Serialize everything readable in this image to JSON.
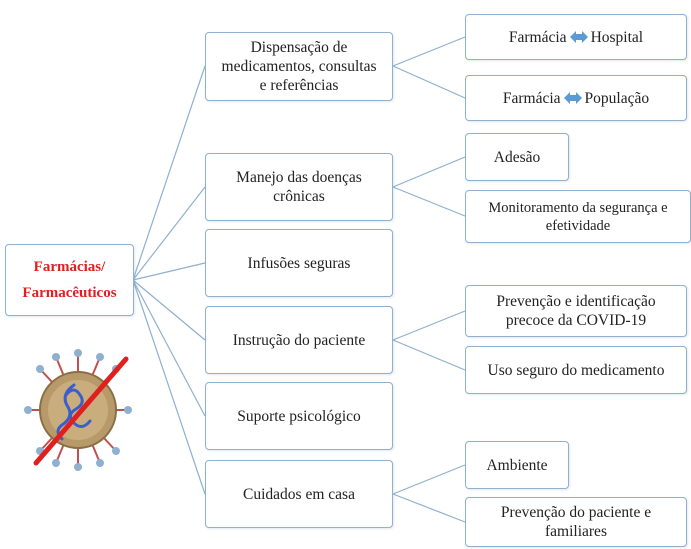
{
  "root": {
    "label": "Farmácias/\nFarmacêuticos"
  },
  "branches": [
    {
      "label": "Dispensação de\nmedicamentos, consultas\ne referências"
    },
    {
      "label": "Manejo das doenças\ncrônicas"
    },
    {
      "label": "Infusões seguras"
    },
    {
      "label": "Instrução do paciente"
    },
    {
      "label": "Suporte psicológico"
    },
    {
      "label": "Cuidados em casa"
    }
  ],
  "leaves": {
    "dispensacao": [
      {
        "left": "Farmácia",
        "right": "Hospital",
        "icon": "double-arrow-icon"
      },
      {
        "left": "Farmácia",
        "right": "População",
        "icon": "double-arrow-icon"
      }
    ],
    "manejo": [
      {
        "label": "Adesão"
      },
      {
        "label": "Monitoramento da segurança e\nefetividade"
      }
    ],
    "instrucao": [
      {
        "label": "Prevenção e identificação\nprecoce da COVID-19"
      },
      {
        "label": "Uso seguro do medicamento"
      }
    ],
    "cuidados": [
      {
        "label": "Ambiente"
      },
      {
        "label": "Prevenção do paciente e\nfamiliares"
      }
    ]
  },
  "colors": {
    "box_border": "#8fb0cf",
    "connector": "#8fb0cf",
    "root_text": "#e0201f",
    "arrow": "#5b9bd5",
    "virus_body": "#b89a6a",
    "virus_spike": "#c0504d",
    "virus_core": "#3a5fcd",
    "cross_line": "#e0201f"
  },
  "icons": {
    "virus": "crossed-out-virus-icon"
  }
}
